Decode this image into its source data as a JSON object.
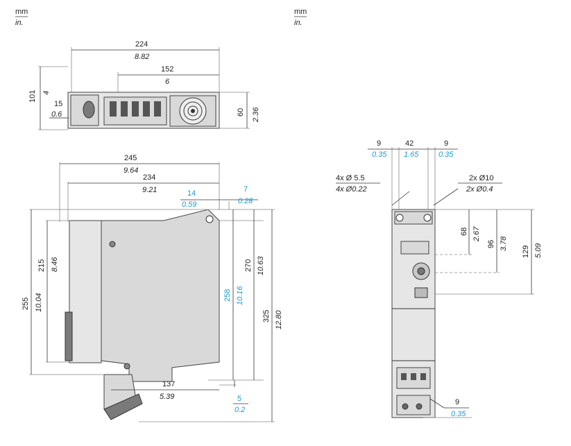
{
  "units": {
    "mm": "mm",
    "in": "in."
  },
  "top_view": {
    "width_mm": "224",
    "width_in": "8.82",
    "inner_mm": "152",
    "inner_in": "6",
    "height_mm": "101",
    "height_in": "4",
    "offset_mm": "15",
    "offset_in": "0.6",
    "depth_mm": "60",
    "depth_in": "2.36"
  },
  "side_view": {
    "w1_mm": "245",
    "w1_in": "9.64",
    "w2_mm": "234",
    "w2_in": "9.21",
    "off1_mm": "14",
    "off1_in": "0.59",
    "off2_mm": "7",
    "off2_in": "0.28",
    "h1_mm": "255",
    "h1_in": "10.04",
    "h2_mm": "215",
    "h2_in": "8.46",
    "h3_mm": "258",
    "h3_in": "10.16",
    "h4_mm": "270",
    "h4_in": "10.63",
    "h5_mm": "325",
    "h5_in": "12.80",
    "bottom_mm": "137",
    "bottom_in": "5.39",
    "bottom_off_mm": "5",
    "bottom_off_in": "0.2"
  },
  "front_view": {
    "left_mm": "9",
    "left_in": "0.35",
    "mid_mm": "42",
    "mid_in": "1.65",
    "right_mm": "9",
    "right_in": "0.35",
    "holes_mm": "4x Ø 5.5",
    "holes_in": "4x Ø0.22",
    "holes2_mm": "2x Ø10",
    "holes2_in": "2x Ø0.4",
    "v1_mm": "68",
    "v1_in": "2.67",
    "v2_mm": "96",
    "v2_in": "3.78",
    "v3_mm": "129",
    "v3_in": "5.09",
    "bot_mm": "9",
    "bot_in": "0.35"
  }
}
